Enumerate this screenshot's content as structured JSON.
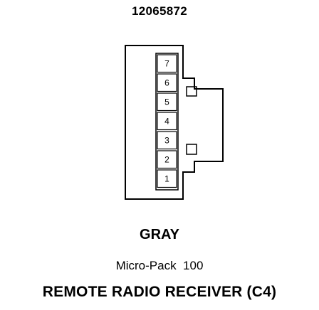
{
  "part_number": "12065872",
  "connector": {
    "pins": [
      "7",
      "6",
      "5",
      "4",
      "3",
      "2",
      "1"
    ]
  },
  "color": "GRAY",
  "family": "Micro-Pack  100",
  "title": "REMOTE RADIO RECEIVER (C4)"
}
